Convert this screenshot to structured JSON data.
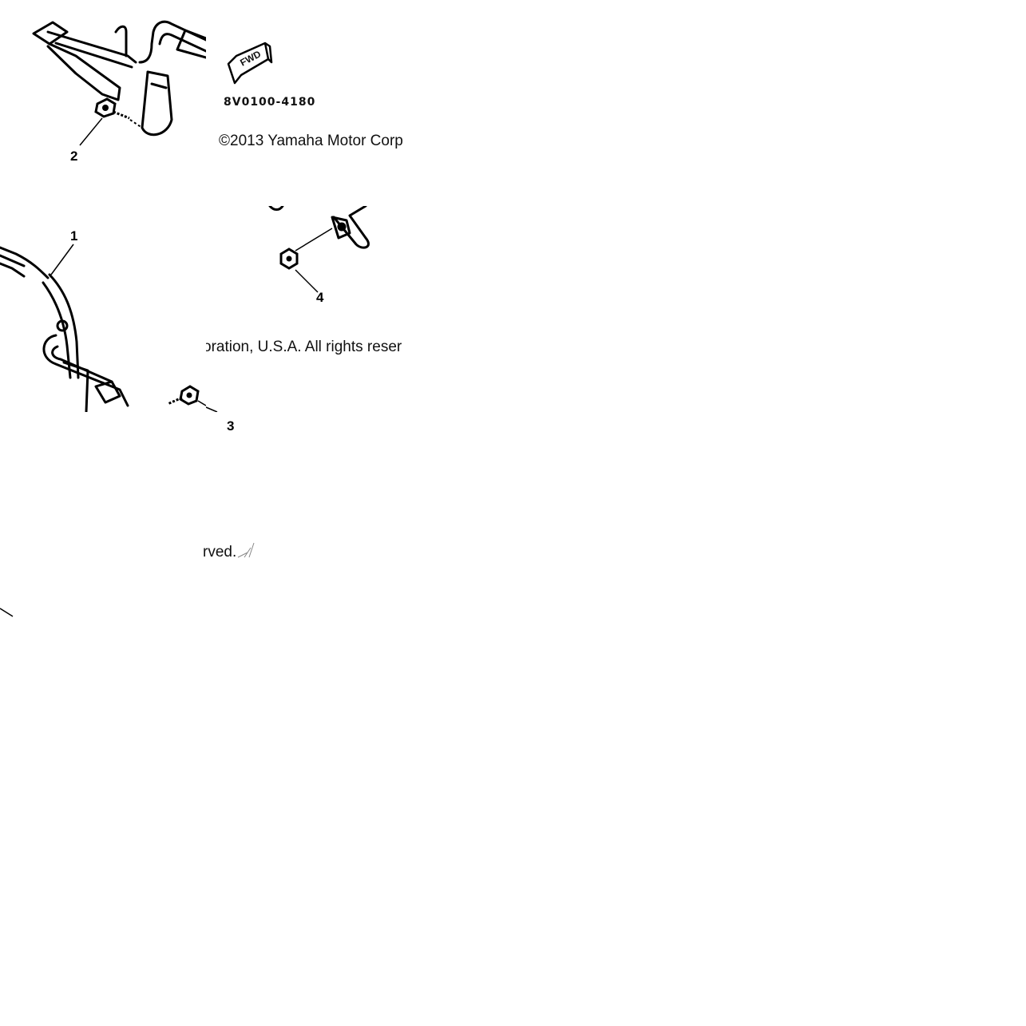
{
  "diagram": {
    "part_number": "8V0100-4180",
    "fwd_label": "FWD",
    "copyright_segments": [
      "©2013 Yamaha Motor Corp",
      "oration, U.S.A. All rights reser",
      "rved."
    ],
    "callouts": [
      {
        "number": "1"
      },
      {
        "number": "2"
      },
      {
        "number": "3"
      },
      {
        "number": "4"
      }
    ]
  }
}
